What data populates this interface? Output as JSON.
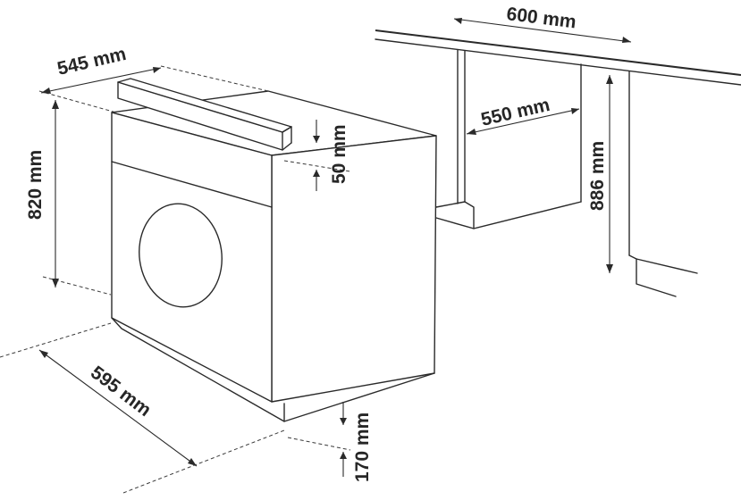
{
  "dimensions": {
    "niche_width": "600 mm",
    "niche_depth": "550 mm",
    "niche_height": "886 mm",
    "machine_depth": "545 mm",
    "machine_height": "820 mm",
    "machine_width": "595 mm",
    "top_clearance": "50 mm",
    "plinth_height": "170 mm"
  }
}
